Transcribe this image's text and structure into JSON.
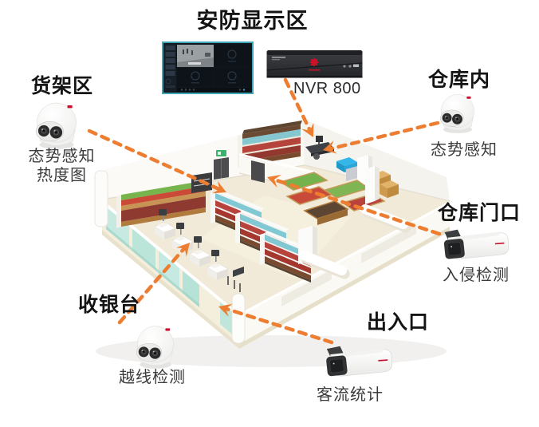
{
  "display": {
    "title": "安防显示区",
    "nvr_label": "NVR 800",
    "monitor": "video-wall-4-split",
    "recorder": "nvr-800-unit"
  },
  "zones": [
    {
      "id": "shelf-area",
      "label": "货架区",
      "camera_type": "dome",
      "features": [
        "态势感知",
        "热度图"
      ]
    },
    {
      "id": "warehouse-inside",
      "label": "仓库内",
      "camera_type": "dome",
      "features": [
        "态势感知"
      ]
    },
    {
      "id": "warehouse-door",
      "label": "仓库门口",
      "camera_type": "bullet",
      "features": [
        "入侵检测"
      ]
    },
    {
      "id": "cashier",
      "label": "收银台",
      "camera_type": "dome",
      "features": [
        "越线检测"
      ]
    },
    {
      "id": "entrance",
      "label": "出入口",
      "camera_type": "bullet",
      "features": [
        "客流统计"
      ]
    }
  ],
  "colors": {
    "arrow_orange": "#ED7D31",
    "title_text": "#141414",
    "feature_text": "#3C3C3C",
    "monitor_border": "#3FA7B8",
    "storefront_glass": "#C6EAE1",
    "camera_logo_red": "#C8102E",
    "floor_cream": "#F1EAD8"
  }
}
